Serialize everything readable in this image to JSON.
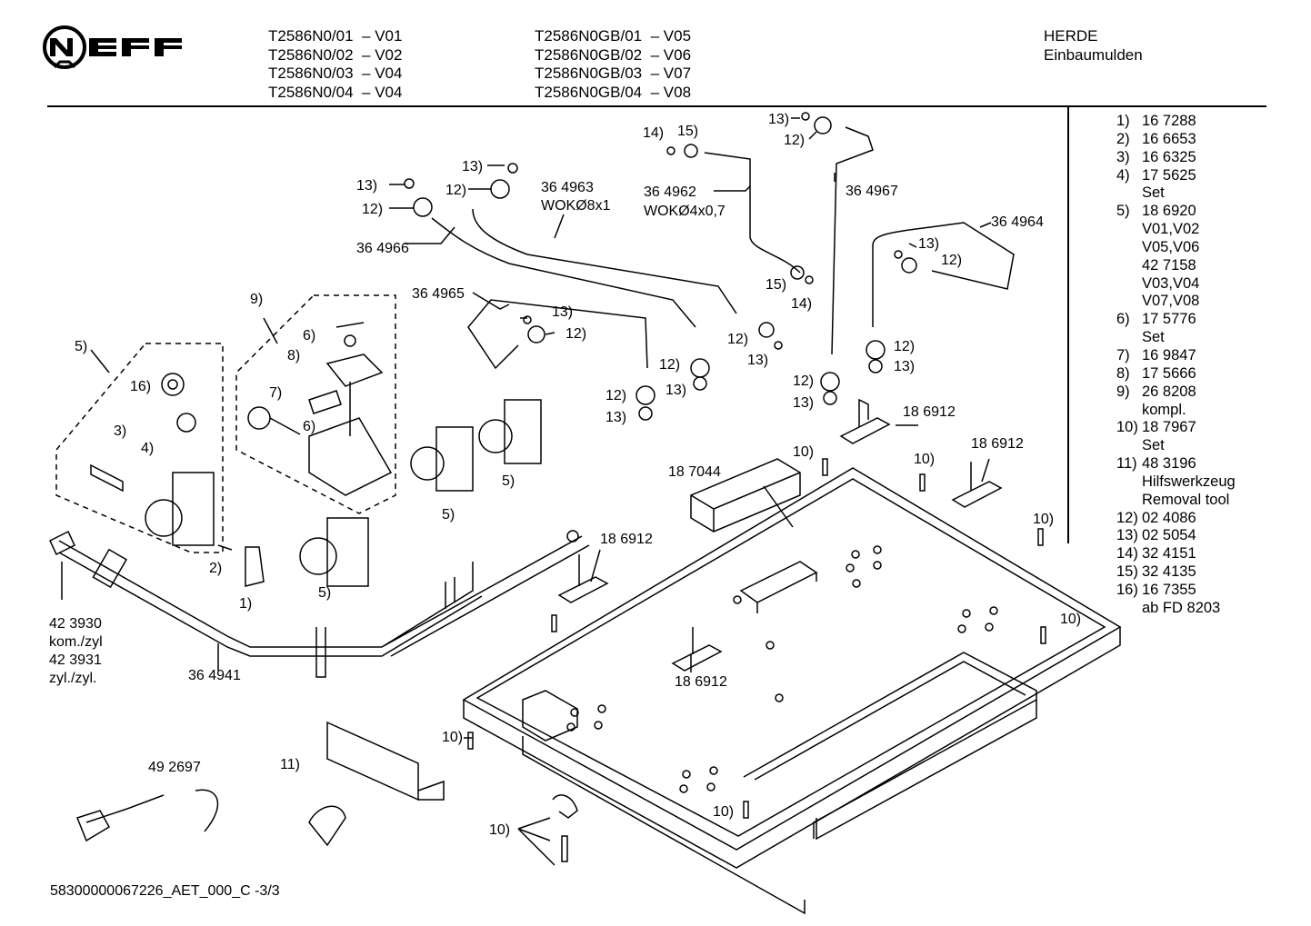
{
  "brand": "NEFF",
  "header": {
    "models_left": [
      {
        "model": "T2586N0/01",
        "version": "– V01"
      },
      {
        "model": "T2586N0/02",
        "version": "– V02"
      },
      {
        "model": "T2586N0/03",
        "version": "– V04"
      },
      {
        "model": "T2586N0/04",
        "version": "– V04"
      }
    ],
    "models_right": [
      {
        "model": "T2586N0GB/01",
        "version": "– V05"
      },
      {
        "model": "T2586N0GB/02",
        "version": "– V06"
      },
      {
        "model": "T2586N0GB/03",
        "version": "– V07"
      },
      {
        "model": "T2586N0GB/04",
        "version": "– V08"
      }
    ],
    "category": "HERDE",
    "subcategory": "Einbaumulden"
  },
  "parts_list": [
    {
      "idx": "1)",
      "lines": [
        "16 7288"
      ]
    },
    {
      "idx": "2)",
      "lines": [
        "16 6653"
      ]
    },
    {
      "idx": "3)",
      "lines": [
        "16 6325"
      ]
    },
    {
      "idx": "4)",
      "lines": [
        "17 5625",
        "Set"
      ]
    },
    {
      "idx": "5)",
      "lines": [
        "18 6920",
        "V01,V02",
        "V05,V06",
        "42 7158",
        "V03,V04",
        "V07,V08"
      ]
    },
    {
      "idx": "6)",
      "lines": [
        "17 5776",
        "Set"
      ]
    },
    {
      "idx": "7)",
      "lines": [
        "16 9847"
      ]
    },
    {
      "idx": "8)",
      "lines": [
        "17 5666"
      ]
    },
    {
      "idx": "9)",
      "lines": [
        "26 8208",
        "kompl."
      ]
    },
    {
      "idx": "10)",
      "lines": [
        "18 7967",
        "Set"
      ]
    },
    {
      "idx": "11)",
      "lines": [
        "48 3196",
        "Hilfswerkzeug",
        "Removal tool"
      ]
    },
    {
      "idx": "12)",
      "lines": [
        "02 4086"
      ]
    },
    {
      "idx": "13)",
      "lines": [
        "02 5054"
      ]
    },
    {
      "idx": "14)",
      "lines": [
        "32 4151"
      ]
    },
    {
      "idx": "15)",
      "lines": [
        "32 4135"
      ]
    },
    {
      "idx": "16)",
      "lines": [
        "16 7355",
        "ab FD 8203"
      ]
    }
  ],
  "callouts": {
    "c13a": "13)",
    "c12a": "12)",
    "c13b": "13)",
    "c12b": "12)",
    "c14a": "14)",
    "c15a": "15)",
    "c13c": "13)",
    "c12c": "12)",
    "p364963": "36 4963",
    "wok8": "WOKØ8x1",
    "p364962": "36 4962",
    "wok4": "WOKØ4x0,7",
    "p364967": "36 4967",
    "p364964": "36 4964",
    "c13d": "13)",
    "c12d": "12)",
    "p364966": "36 4966",
    "p364965": "36 4965",
    "c13e": "13)",
    "c12e": "12)",
    "c15b": "15)",
    "c14b": "14)",
    "c12f": "12)",
    "c13f": "13)",
    "c12g": "12)",
    "c13g": "13)",
    "c12h": "12)",
    "c13h": "13)",
    "c12i": "12)",
    "c13i": "13)",
    "c12j": "12)",
    "c13j": "13)",
    "c9": "9)",
    "c6a": "6)",
    "c8": "8)",
    "c7": "7)",
    "c6b": "6)",
    "c5a": "5)",
    "c16": "16)",
    "c3": "3)",
    "c4": "4)",
    "c2": "2)",
    "c1": "1)",
    "c5b": "5)",
    "c5c": "5)",
    "c5d": "5)",
    "p186912a": "18 6912",
    "p186912b": "18 6912",
    "p186912c": "18 6912",
    "p186912d": "18 6912",
    "p187044": "18 7044",
    "c10a": "10)",
    "c10b": "10)",
    "c10c": "10)",
    "c10d": "10)",
    "c10e": "10)",
    "c10f": "10)",
    "c10g": "10)",
    "p423930": "42 3930",
    "kom": "kom./zyl",
    "p423931": "42 3931",
    "zyl": "zyl./zyl.",
    "p364941": "36 4941",
    "p492697": "49 2697",
    "c11": "11)"
  },
  "footer": "58300000067226_AET_000_C -3/3"
}
